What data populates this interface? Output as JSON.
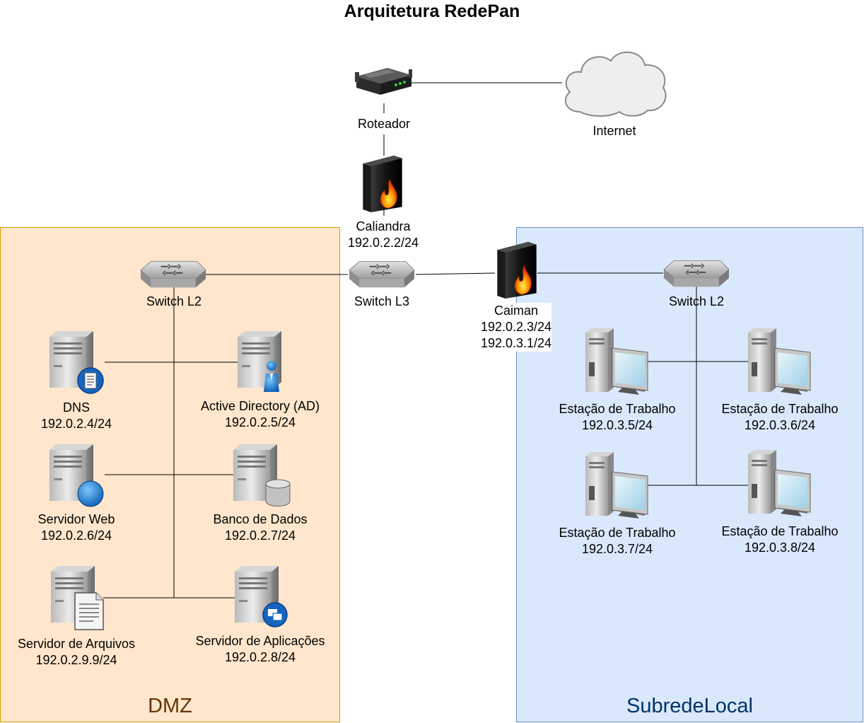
{
  "title": "Arquitetura RedePan",
  "zones": {
    "dmz": "DMZ",
    "lan": "SubredeLocal"
  },
  "nodes": {
    "internet": "Internet",
    "router": "Roteador",
    "caliandra": {
      "name": "Caliandra",
      "ip": "192.0.2.2/24"
    },
    "switch_l3": "Switch L3",
    "switch_dmz": "Switch L2",
    "switch_lan": "Switch L2",
    "caiman": {
      "name": "Caiman",
      "ip1": "192.0.2.3/24",
      "ip2": "192.0.3.1/24"
    },
    "dns": {
      "name": "DNS",
      "ip": "192.0.2.4/24"
    },
    "ad": {
      "name": "Active Directory (AD)",
      "ip": "192.0.2.5/24"
    },
    "web": {
      "name": "Servidor Web",
      "ip": "192.0.2.6/24"
    },
    "db": {
      "name": "Banco de Dados",
      "ip": "192.0.2.7/24"
    },
    "files": {
      "name": "Servidor de Arquivos",
      "ip": "192.0.2.9.9/24"
    },
    "apps": {
      "name": "Servidor de Aplicações",
      "ip": "192.0.2.8/24"
    },
    "ws1": {
      "name": "Estação de Trabalho",
      "ip": "192.0.3.5/24"
    },
    "ws2": {
      "name": "Estação de Trabalho",
      "ip": "192.0.3.6/24"
    },
    "ws3": {
      "name": "Estação de Trabalho",
      "ip": "192.0.3.7/24"
    },
    "ws4": {
      "name": "Estação de Trabalho",
      "ip": "192.0.3.8/24"
    }
  },
  "icons": {
    "internet": "cloud-icon",
    "router": "router-icon",
    "firewall": "firewall-icon",
    "switch": "switch-icon",
    "server": "server-icon",
    "workstation": "workstation-icon"
  },
  "colors": {
    "dmz_fill": "#ffe6cc",
    "dmz_border": "#d79b00",
    "dmz_text": "#663300",
    "lan_fill": "#dae8fc",
    "lan_border": "#6c8ebf",
    "lan_text": "#003366"
  }
}
